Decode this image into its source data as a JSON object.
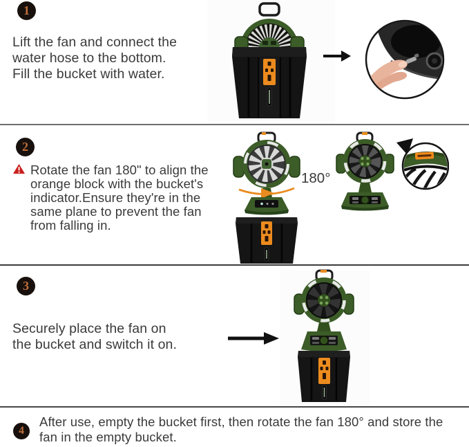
{
  "colors": {
    "background": "#ffffff",
    "text": "#3a3a3a",
    "badge_background": "#17100d",
    "badge_number_orange": "#bf6f3b",
    "warning_red": "#c9201d",
    "fan_green": "#3c5c28",
    "bucket_black": "#151515",
    "label_orange": "#ec8b1e",
    "rotation_arrow_orange": "#e98b1f",
    "arrow_black": "#111111",
    "divider_gray": "#4a4a4a"
  },
  "icons": {
    "warning_icon": "red triangle with white exclamation",
    "right_arrow_icon": "→",
    "rotation_arrow_icon": "curved orange arc with arrowhead",
    "pointer_triangle_icon": "black wedge pointing to magnifier circle"
  },
  "steps": [
    {
      "number": "1",
      "lines": [
        "Lift the fan and connect the",
        "water hose to the bottom.",
        "Fill the bucket with water."
      ]
    },
    {
      "number": "2",
      "lines": [
        "Rotate the fan 180\" to align the",
        "orange block with the bucket's",
        "indicator.Ensure they're in the",
        "same plane to prevent the fan",
        "from falling in."
      ],
      "rotation_label": "180°"
    },
    {
      "number": "3",
      "lines": [
        "Securely place the fan on",
        "the bucket and switch it on."
      ]
    },
    {
      "number": "4",
      "lines": [
        "After use, empty the bucket first, then rotate the fan 180° and store the",
        "fan in the empty bucket."
      ]
    }
  ]
}
